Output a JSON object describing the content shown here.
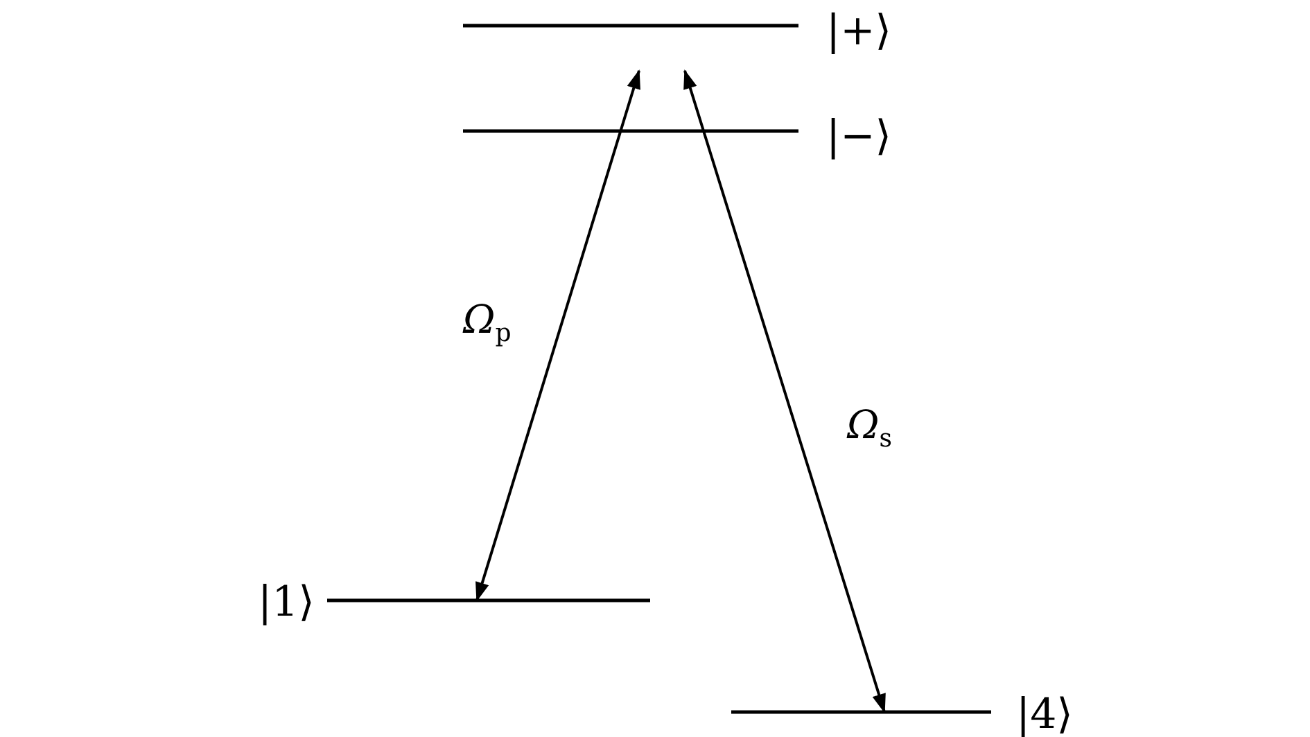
{
  "levels": [
    {
      "id": "plus",
      "label": "|+⟩"
    },
    {
      "id": "minus",
      "label": "|−⟩"
    },
    {
      "id": "one",
      "label": "|1⟩"
    },
    {
      "id": "four",
      "label": "|4⟩"
    }
  ],
  "transitions": [
    {
      "id": "pump",
      "symbol": "Ω",
      "subscript": "p",
      "from": "one",
      "to": "plus"
    },
    {
      "id": "stokes",
      "symbol": "Ω",
      "subscript": "s",
      "from": "four",
      "to": "plus"
    }
  ],
  "colors": {
    "line": "#000000",
    "background": "#ffffff"
  }
}
